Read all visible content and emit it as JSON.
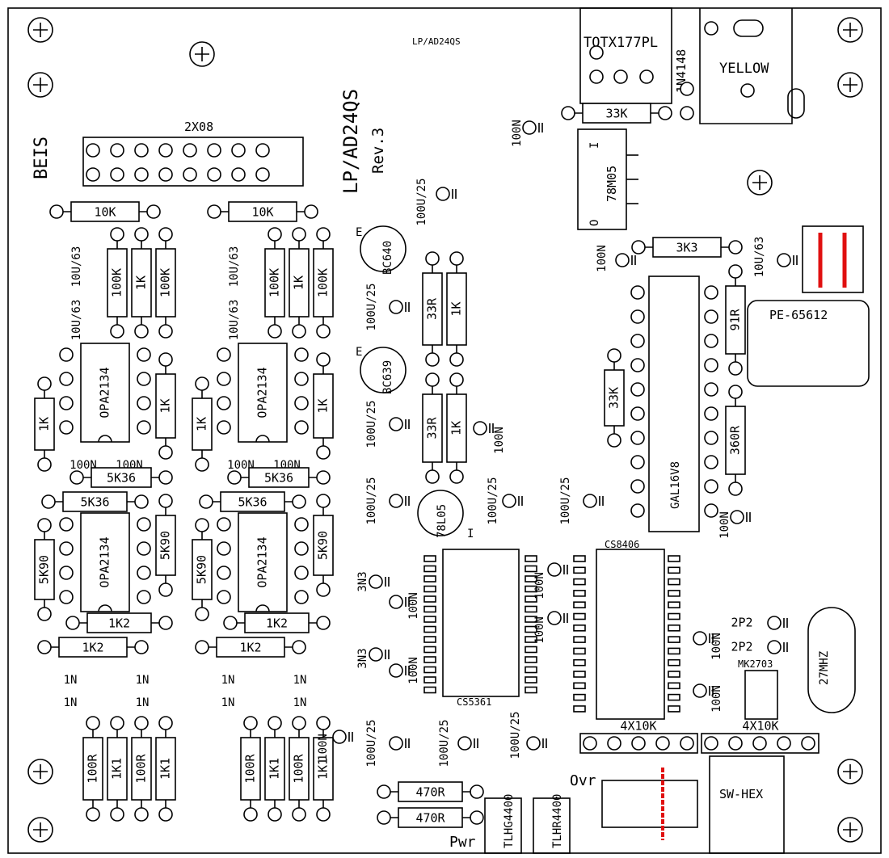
{
  "board": {
    "name_small": "LP/AD24QS",
    "name_large": "LP/AD24QS",
    "revision": "Rev.3",
    "author": "BEIS"
  },
  "connectors": {
    "header": "2X08",
    "optical": "TOTX177PL",
    "rca": "YELLOW",
    "switch": "SW-HEX"
  },
  "ics": {
    "opamp": "OPA2134",
    "adc": "CS5361",
    "receiver": "CS8406",
    "gal": "GAL16V8",
    "clock": "MK2703",
    "reg1": "78M05",
    "reg2": "78L05",
    "pulse": "PE-65612"
  },
  "transistors": [
    "BC640",
    "BC639"
  ],
  "crystal": "27MHZ",
  "diode": "1N4148",
  "leds": [
    "TLHG4400",
    "TLHR4400"
  ],
  "led_labels": {
    "pwr": "Pwr",
    "ovr": "Ovr"
  },
  "resistors": {
    "r10k": "10K",
    "r100k": "100K",
    "r1k": "1K",
    "r5k36": "5K36",
    "r5k90": "5K90",
    "r1k2": "1K2",
    "r100r": "100R",
    "r1k1": "1K1",
    "r33r": "33R",
    "r33k": "33K",
    "r3k3": "3K3",
    "r91r": "91R",
    "r360r": "360R",
    "r470r": "470R",
    "rnet": "4X10K"
  },
  "capacitors": {
    "c100n": "100N",
    "c10u63": "10U/63",
    "c100u25": "100U/25",
    "c1n": "1N",
    "c3n3": "3N3",
    "c2p2": "2P2",
    "c10u": "10U/63"
  },
  "markers": {
    "emitter": "E",
    "input": "I",
    "output": "O"
  }
}
